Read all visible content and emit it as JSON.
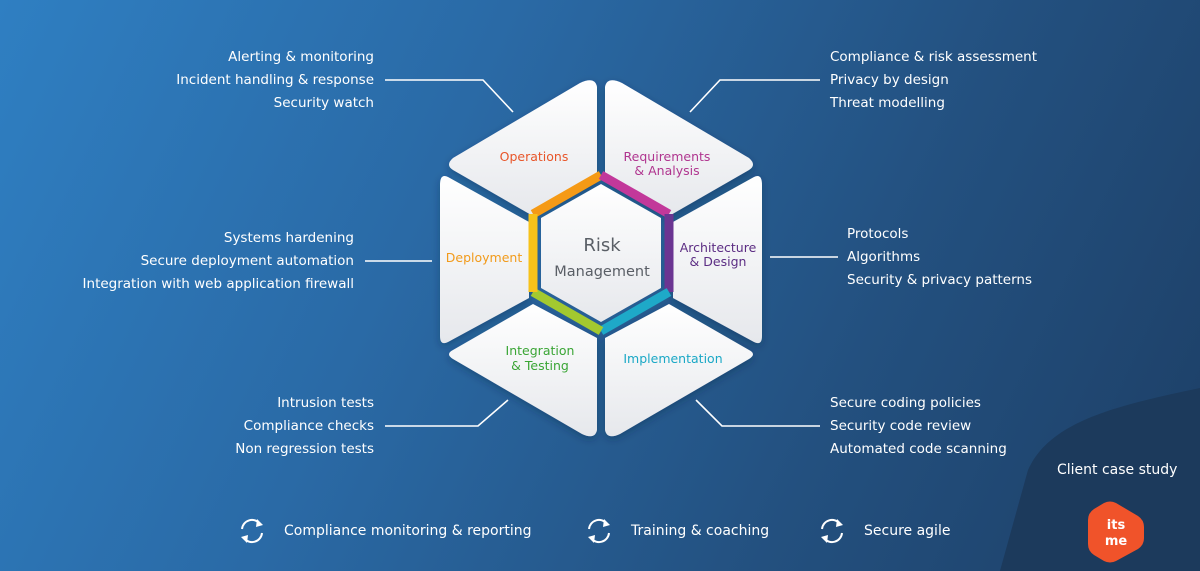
{
  "center": {
    "line1": "Risk",
    "line2": "Management"
  },
  "segments": [
    {
      "id": "operations",
      "lines": [
        "Operations"
      ],
      "color": "#e8562a"
    },
    {
      "id": "requirements",
      "lines": [
        "Requirements",
        "& Analysis"
      ],
      "color": "#b0358f"
    },
    {
      "id": "architecture",
      "lines": [
        "Architecture",
        "& Design"
      ],
      "color": "#5b2c83"
    },
    {
      "id": "implementation",
      "lines": [
        "Implementation"
      ],
      "color": "#1aa8c6"
    },
    {
      "id": "integration",
      "lines": [
        "Integration",
        "& Testing"
      ],
      "color": "#3aa535"
    },
    {
      "id": "deployment",
      "lines": [
        "Deployment"
      ],
      "color": "#f29a1a"
    }
  ],
  "lists": {
    "operations": [
      "Alerting & monitoring",
      "Incident handling &  response",
      "Security watch"
    ],
    "requirements": [
      "Compliance & risk assessment",
      "Privacy by design",
      "Threat modelling"
    ],
    "deployment": [
      "Systems hardening",
      "Secure deployment automation",
      "Integration with web application firewall"
    ],
    "architecture": [
      "Protocols",
      "Algorithms",
      "Security & privacy patterns"
    ],
    "integration": [
      "Intrusion tests",
      "Compliance checks",
      "Non regression tests"
    ],
    "implementation": [
      "Secure coding policies",
      "Security code review",
      "Automated code scanning"
    ]
  },
  "footer": [
    "Compliance monitoring & reporting",
    "Training & coaching",
    "Secure agile"
  ],
  "case_study": {
    "label": "Client case study",
    "logo_line1": "its",
    "logo_line2": "me",
    "logo_color": "#f0532a"
  },
  "ring_colors": {
    "operations": "#f59a16",
    "requirements": "#c2389a",
    "architecture": "#6b3592",
    "implementation": "#1ea9c8",
    "integration": "#a3c92f",
    "deployment": "#f7c21a"
  }
}
